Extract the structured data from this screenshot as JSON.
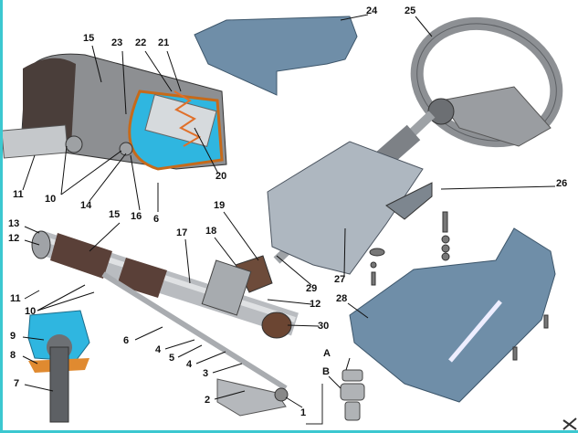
{
  "colors": {
    "frame": "#3cc8d0",
    "cover": "#6f8ea8",
    "metal": "#b9bcc0",
    "boot": "#5a4038",
    "cutaway": "#2fb6e0",
    "seal": "#e08a30"
  },
  "labels": {
    "l15a": "15",
    "l23": "23",
    "l22": "22",
    "l21": "21",
    "l20": "20",
    "l11a": "11",
    "l10a": "10",
    "l14": "14",
    "l16": "16",
    "l6a": "6",
    "l15b": "15",
    "l24": "24",
    "l25": "25",
    "l26": "26",
    "l13": "13",
    "l12a": "12",
    "l17": "17",
    "l18": "18",
    "l19": "19",
    "l29": "29",
    "l27": "27",
    "l28": "28",
    "l12b": "12",
    "l30": "30",
    "l11b": "11",
    "l10b": "10",
    "l9": "9",
    "l8": "8",
    "l7": "7",
    "l6b": "6",
    "l4a": "4",
    "l5": "5",
    "l4b": "4",
    "l3": "3",
    "l2": "2",
    "l1": "1",
    "lA": "A",
    "lB": "B"
  }
}
